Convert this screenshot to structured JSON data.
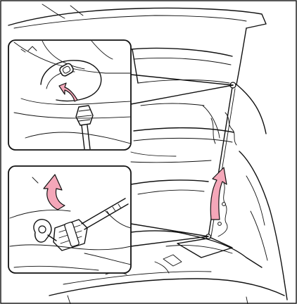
{
  "figure": {
    "kind": "technical illustration: vehicle trunk lid with support stay and two detail insets",
    "colors": {
      "background": "#ffffff",
      "line": "#111111",
      "arrow_fill": "#f4a7b9",
      "inset_border": "#111111"
    },
    "icons": [
      "curved-up-arrow",
      "curved-rotate-arrow"
    ]
  }
}
